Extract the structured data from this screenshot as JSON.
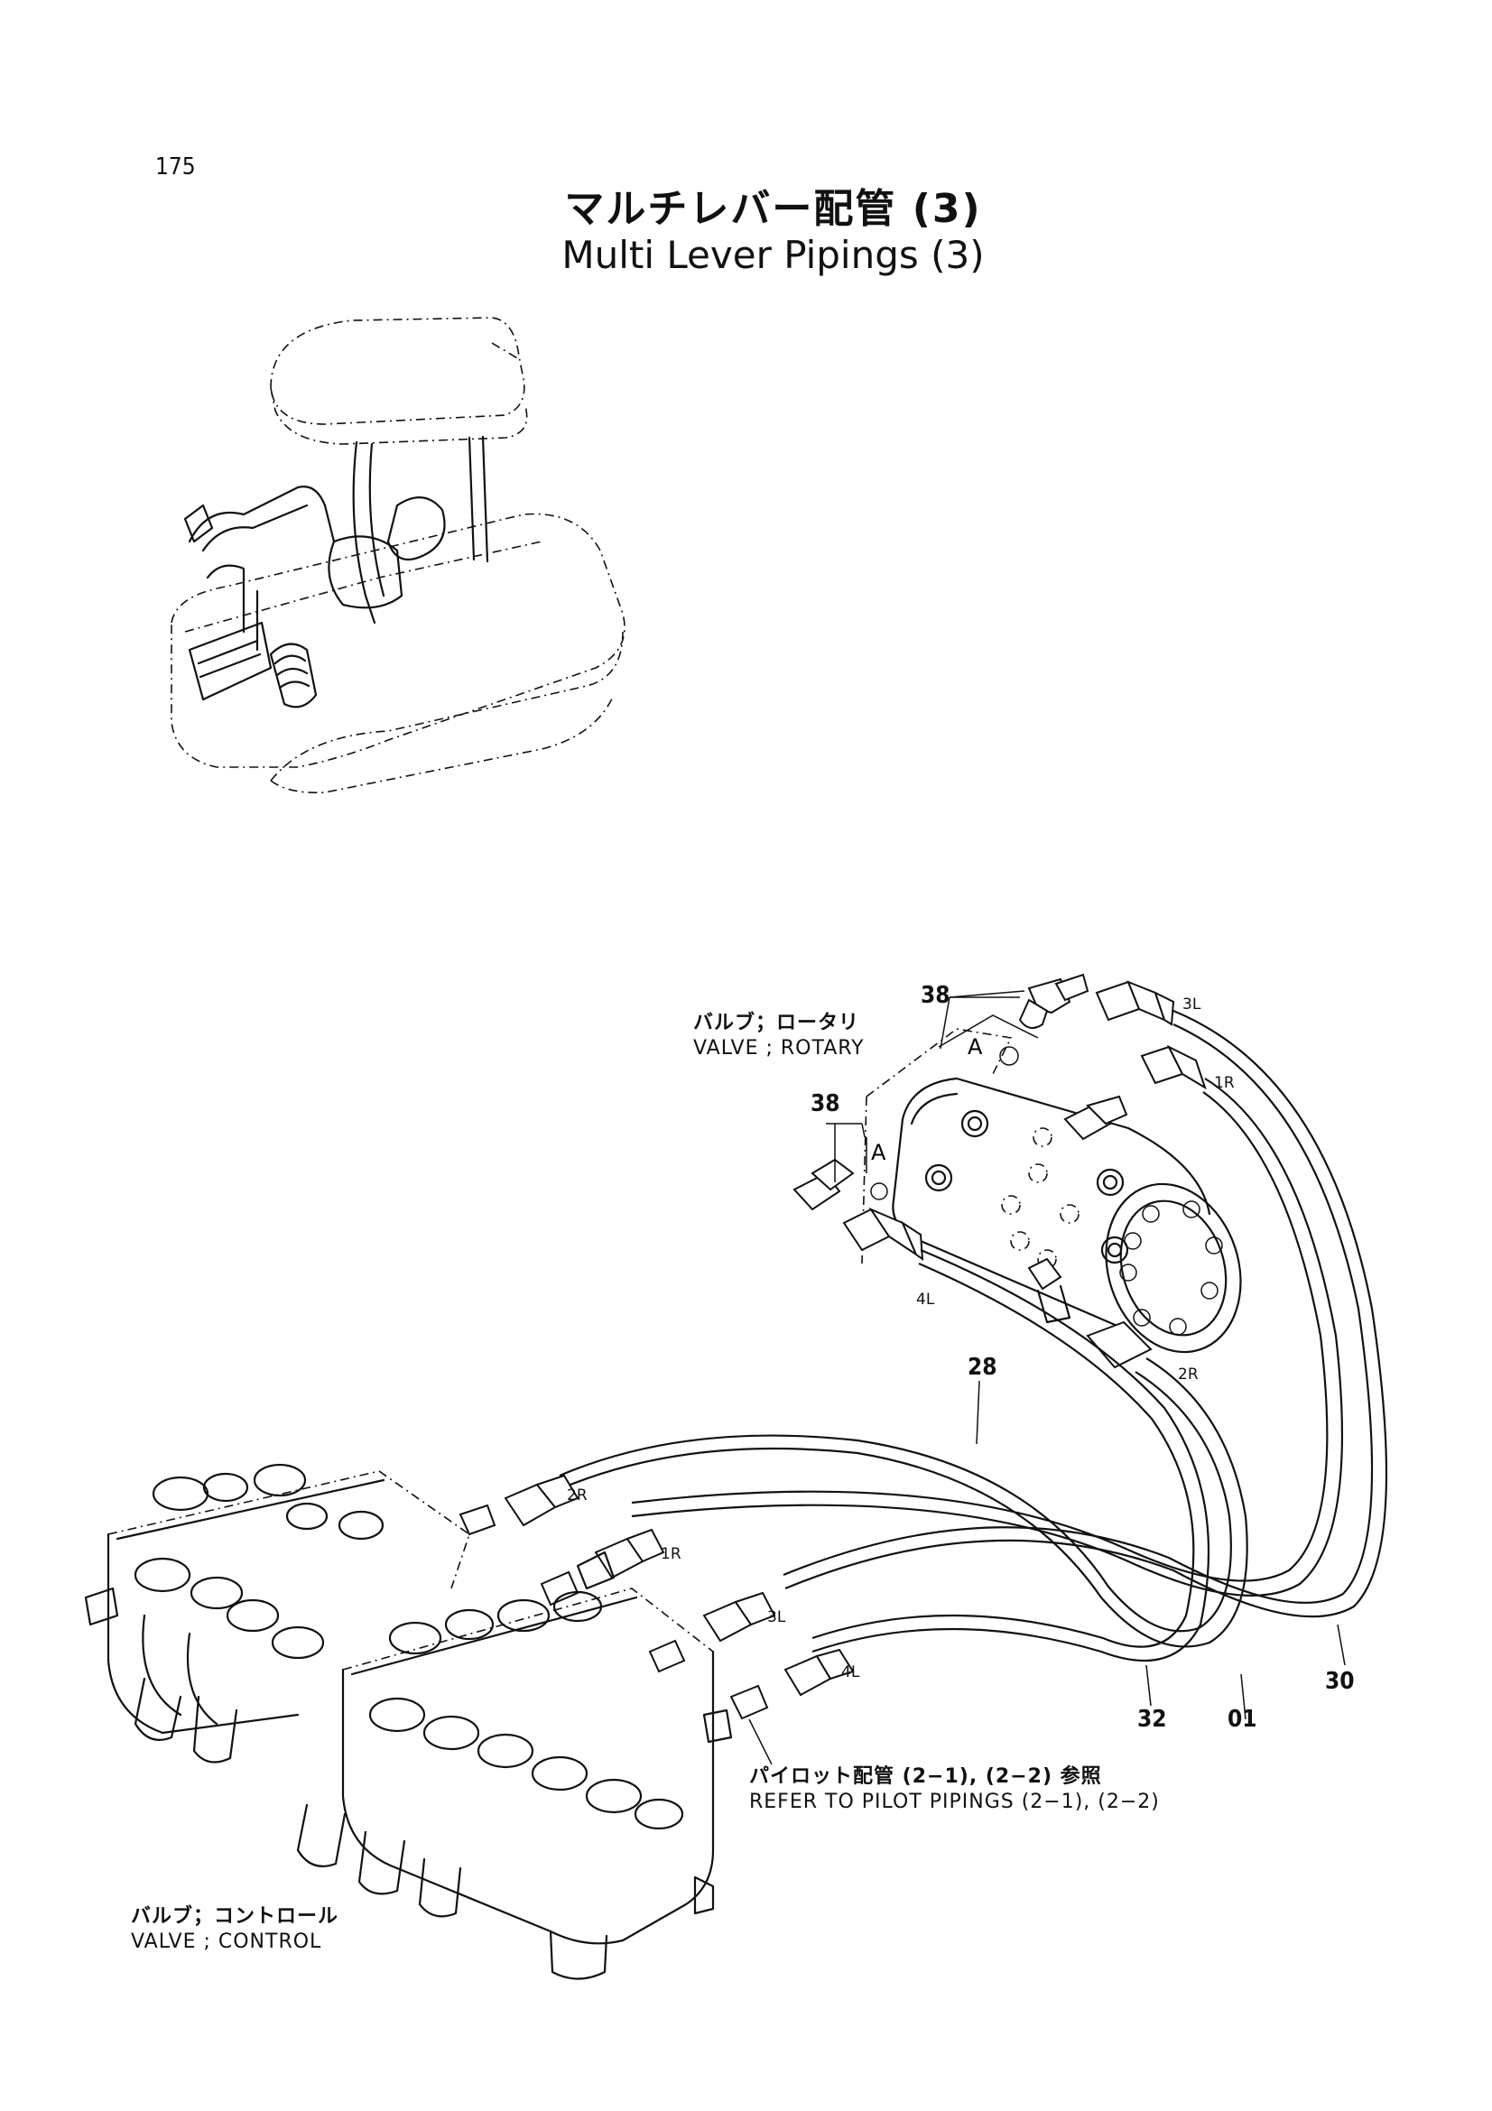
{
  "page_number": "175",
  "title_ja": "マルチレバー配管 (3)",
  "title_en": "Multi Lever Pipings (3)",
  "labels": {
    "rotary_valve_ja": "バルブ；ロータリ",
    "rotary_valve_en": "VALVE ; ROTARY",
    "control_valve_ja": "バルブ；コントロール",
    "control_valve_en": "VALVE ; CONTROL",
    "pilot_ref_ja": "パイロット配管 (2−1), (2−2) 参照",
    "pilot_ref_en": "REFER TO PILOT PIPINGS (2−1), (2−2)"
  },
  "callouts": {
    "c38_top": "38",
    "c38_mid": "38",
    "c28": "28",
    "c32": "32",
    "c01": "01",
    "c30": "30"
  },
  "view_markers": {
    "a_top": "A",
    "a_mid": "A"
  },
  "hose_tags": {
    "top_3L": "3L",
    "top_1R": "1R",
    "top_4L": "4L",
    "top_2R": "2R",
    "bot_2R": "2R",
    "bot_1R": "1R",
    "bot_3L": "3L",
    "bot_4L": "4L"
  }
}
